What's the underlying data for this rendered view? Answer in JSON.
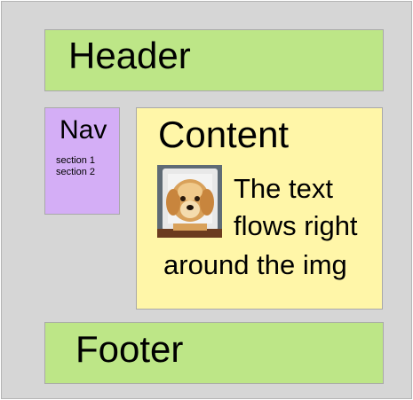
{
  "header": {
    "title": "Header"
  },
  "nav": {
    "title": "Nav",
    "items": [
      "section 1",
      "section 2"
    ]
  },
  "content": {
    "title": "Content",
    "image": {
      "icon": "dog-photo"
    },
    "text_lines": [
      "The text",
      "flows right",
      "around the img"
    ]
  },
  "footer": {
    "title": "Footer"
  },
  "colors": {
    "background": "#d6d6d6",
    "header_footer": "#bde687",
    "nav": "#d4aef6",
    "content": "#fff6a8",
    "border": "#a9a9a9"
  }
}
